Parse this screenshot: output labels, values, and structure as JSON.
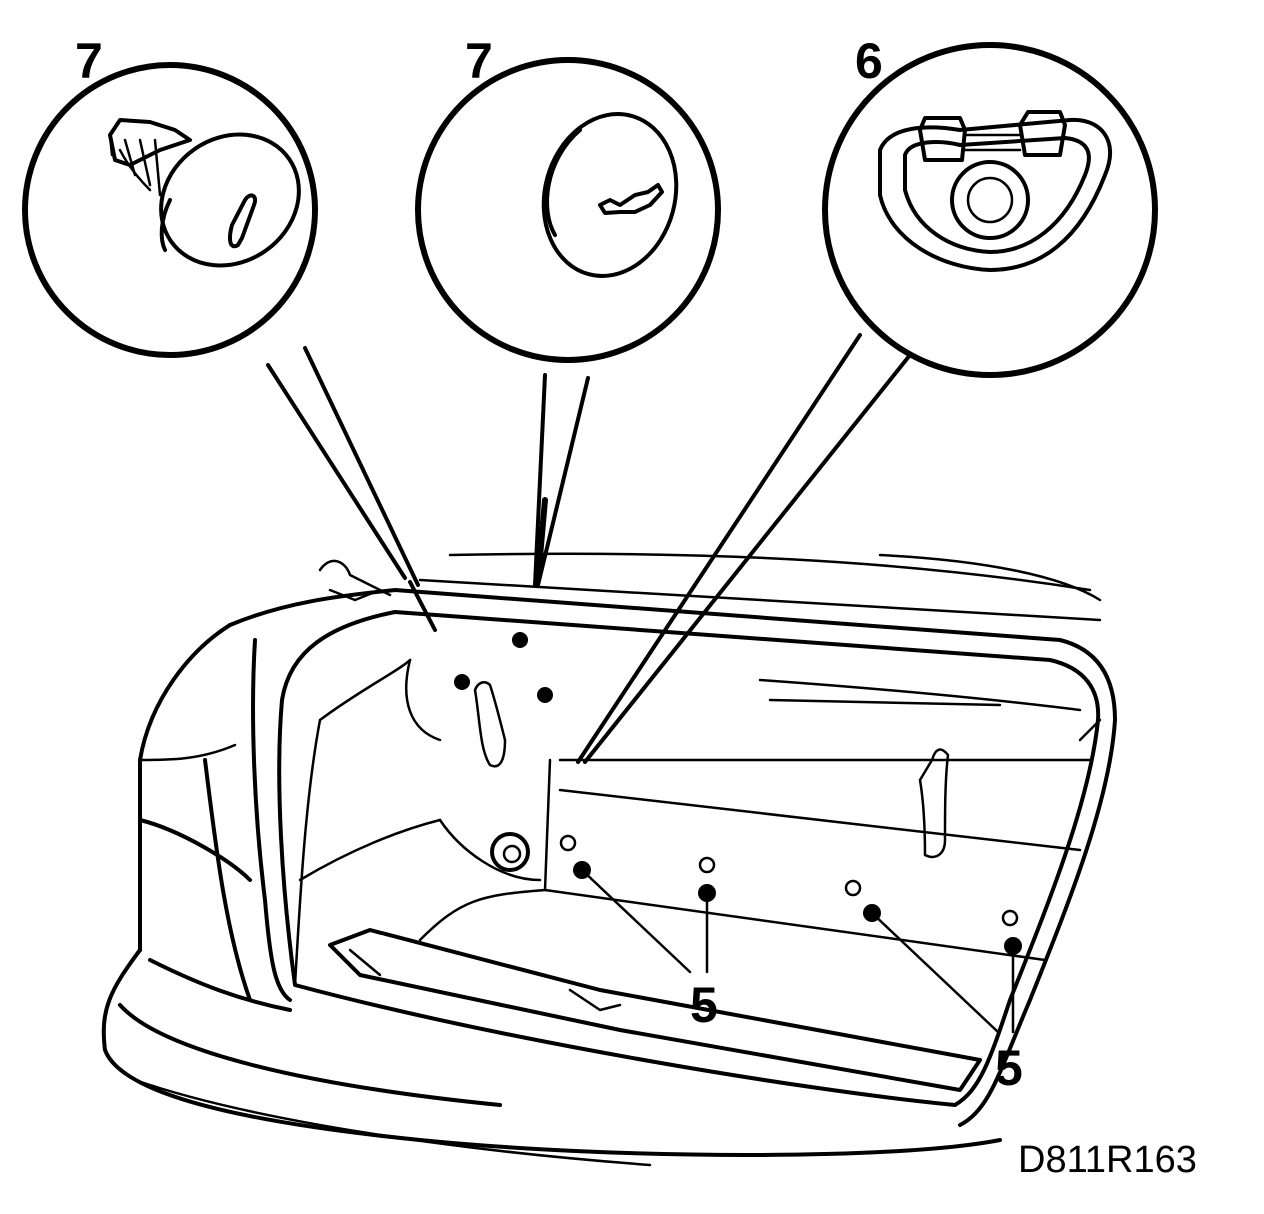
{
  "labels": {
    "callout_left": "7",
    "callout_middle": "7",
    "callout_right": "6",
    "bolts_lower": "5",
    "bolts_right": "5"
  },
  "figure_code": "D811R163"
}
